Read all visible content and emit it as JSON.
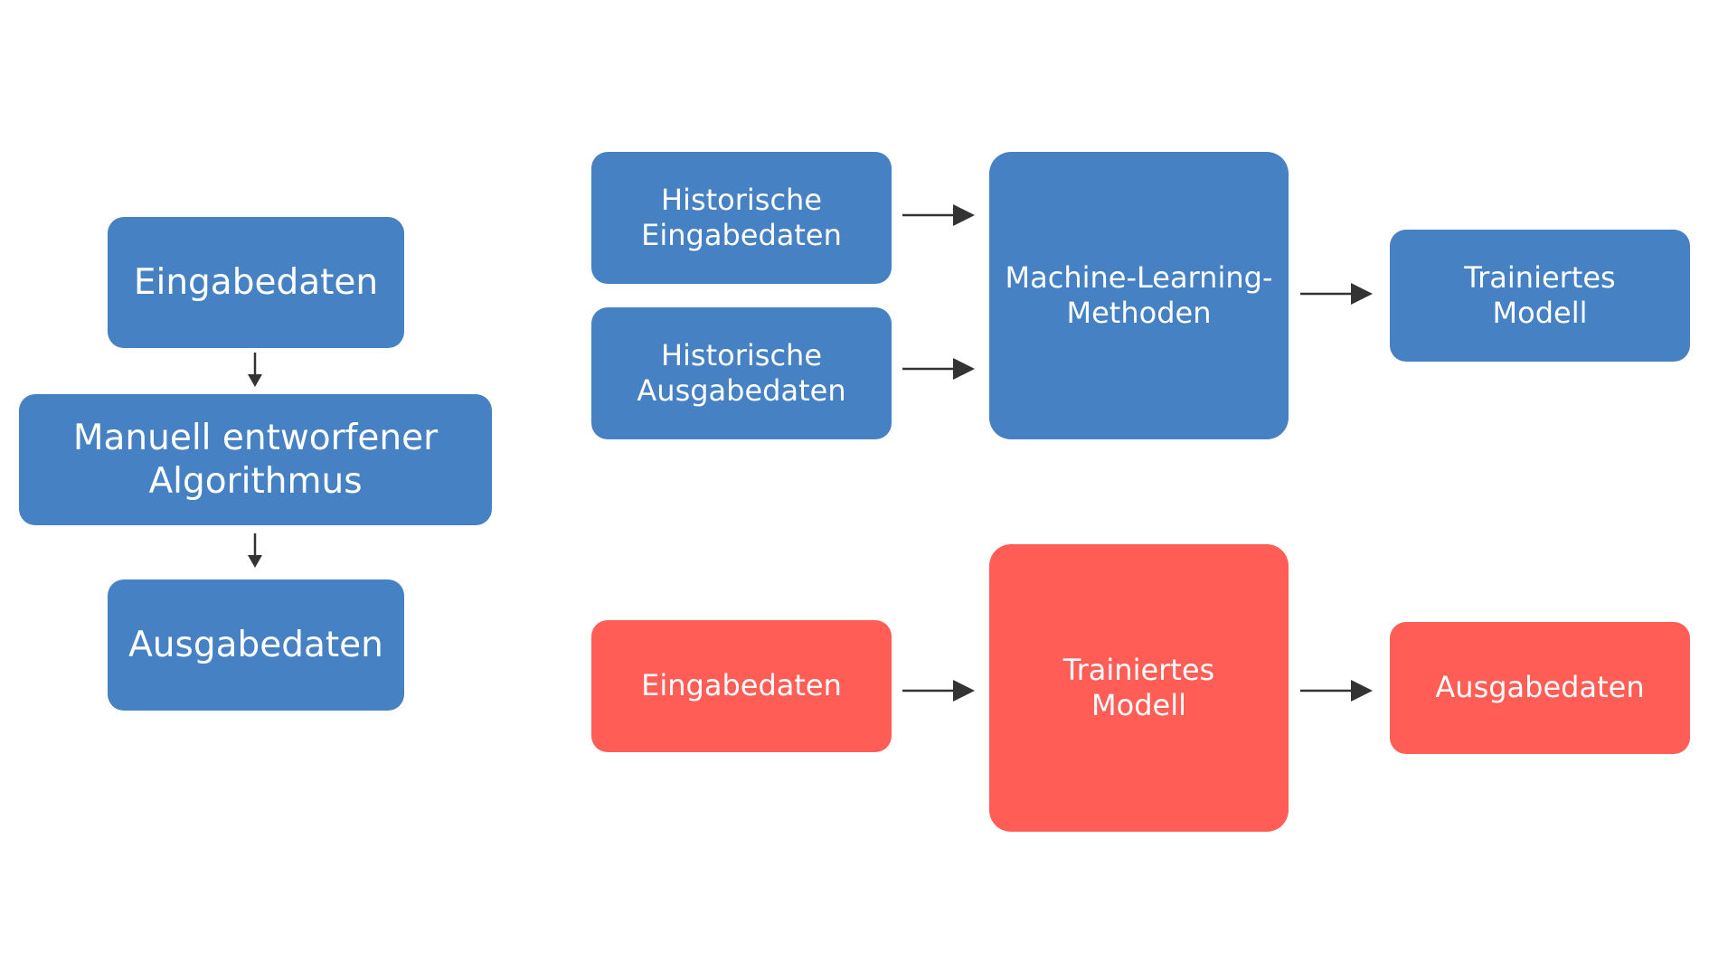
{
  "classic": {
    "input": "Eingabedaten",
    "algorithm": "Manuell entworfener\nAlgorithmus",
    "output": "Ausgabedaten"
  },
  "training": {
    "hist_input": "Historische\nEingabedaten",
    "hist_output": "Historische\nAusgabedaten",
    "ml_methods": "Machine-Learning-\nMethoden",
    "trained_model": "Trainiertes\nModell"
  },
  "inference": {
    "input": "Eingabedaten",
    "model": "Trainiertes\nModell",
    "output": "Ausgabedaten"
  },
  "colors": {
    "blue": "#4682c3",
    "red": "#ff5d55",
    "arrow": "#333333"
  }
}
